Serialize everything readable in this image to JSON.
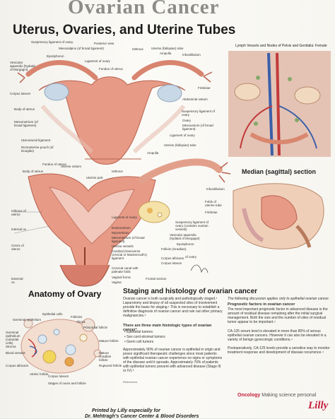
{
  "poster": {
    "title": "Ovarian Cancer",
    "subtitle": "Uterus, Ovaries, and Uterine Tubes",
    "lymph_title": "Lymph Vessels and Nodes of Pelvis and Genitalia: Female",
    "median_title": "Median (sagittal) section",
    "anatomy_title": "Anatomy of Ovary",
    "frontal_label": "Frontal section",
    "top_labels": [
      "Suspensory ligament of ovary",
      "Mesosalpinx (of broad ligament)",
      "Posterior view",
      "Isthmus",
      "Uterine (fallopian) tube",
      "Ampulla",
      "Infundibulum",
      "Fimbriae",
      "Epoöphoron",
      "Ligament of ovary",
      "Fundus of uterus",
      "Vesicular appendix (hydatid of Morgagni)",
      "Corpus luteum",
      "Body of uterus",
      "Mesometrium (of broad ligament)",
      "Abdominal ostium",
      "Suspensory ligament of ovary",
      "Ovary",
      "Mesovarium (of broad ligament)",
      "Ligament of ovary",
      "Uterosacral ligament",
      "Rectouterine pouch (of Douglas)"
    ],
    "mid_labels": [
      "Uterine (fallopian) tube",
      "Ampulla",
      "Fundus of uterus",
      "Uterine ostium",
      "Body of uterus",
      "Uterine part",
      "Isthmus",
      "Infundibulum",
      "Folds of uterine tube",
      "Fimbriae",
      "Isthmus of uterus",
      "Internal os",
      "Cervix of uterus",
      "External os",
      "Ligament of ovary",
      "Endometrium",
      "Myometrium",
      "Mesometrium (of broad ligament)",
      "Uterine vessels",
      "Cardinal (transverse cervical or Mackenrodt's) ligament",
      "Cervical canal with palmate folds",
      "Vaginal fornix",
      "Vagina",
      "Suspensory ligament of ovary (contains ovarian vessels)",
      "Vesicular appendix (hydatid of Morgagni)",
      "Epoöphoron",
      "Follicle (Graafian)",
      "Corpus albicans",
      "Corpus luteum",
      "of ovary"
    ],
    "ovary_labels": [
      "Epithelial cells",
      "Germinal epithelium",
      "Follicles",
      "Theca",
      "Primordial follicle",
      "Germinal epithelium (cuboidal cells)",
      "Stroma",
      "Blood vessels",
      "Corpus albicans",
      "Atretic follicle",
      "Corpus luteum",
      "Mature follicle",
      "Mature Graafian follicle",
      "Ruptured follicle",
      "Stages of ovum and follicle"
    ]
  },
  "staging": {
    "heading": "Staging and histology of ovarian cancer",
    "intro": "Ovarian cancer is both surgically and pathologically staged.¹ Laparotomy and biopsy of all suspected sites of involvement provide the basis for staging.¹ This is necessary to establish a definitive diagnosis of ovarian cancer and rule out other primary malignancies.²",
    "types_heading": "There are three main histologic types of ovarian cancer³",
    "types": [
      "Epithelial tumors",
      "Sex cord-stromal tumors",
      "Germ cell tumors"
    ],
    "body": "Approximately 90% of ovarian cancer is epithelial in origin and poses significant therapeutic challenges since most patients with epithelial ovarian cancer experience no signs or symptoms of the disease until it spreads. Approximately 70% of patients with epithelial tumors present with advanced disease (Stage III or IV).³",
    "references_label": "References"
  },
  "prognostic": {
    "intro": "The following discussion applies only to epithelial ovarian cancer.",
    "heading": "Prognostic factors in ovarian cancer",
    "p1": "The most important prognostic factor in advanced disease is the amount of residual disease remaining after the initial surgical management. Both the size and the number of sites of residual tumor appear to be important.⁴",
    "p2": "CA-125 serum level is elevated in more than 80% of serous epithelial ovarian cancers. However it can also be elevated in a variety of benign gynecologic conditions.⁴",
    "p3": "Postoperatively, CA-125 levels provide a sensitive way to monitor treatment response and development of disease recurrence.⁴"
  },
  "footer": {
    "printed": "Printed by Lilly especially for",
    "printed2": "Dr. Mehtragh's Cancer Center & Blood Disorders",
    "brand": "Oncology",
    "brand_tag": "Making science personal",
    "logo": "Lilly"
  },
  "colors": {
    "background": "#f7f6f1",
    "uterus": "#e79a86",
    "ovary": "#c9d8e6",
    "vessel_red": "#c23a3a",
    "vessel_blue": "#3b5fa8",
    "brand_red": "#c41e3a"
  }
}
